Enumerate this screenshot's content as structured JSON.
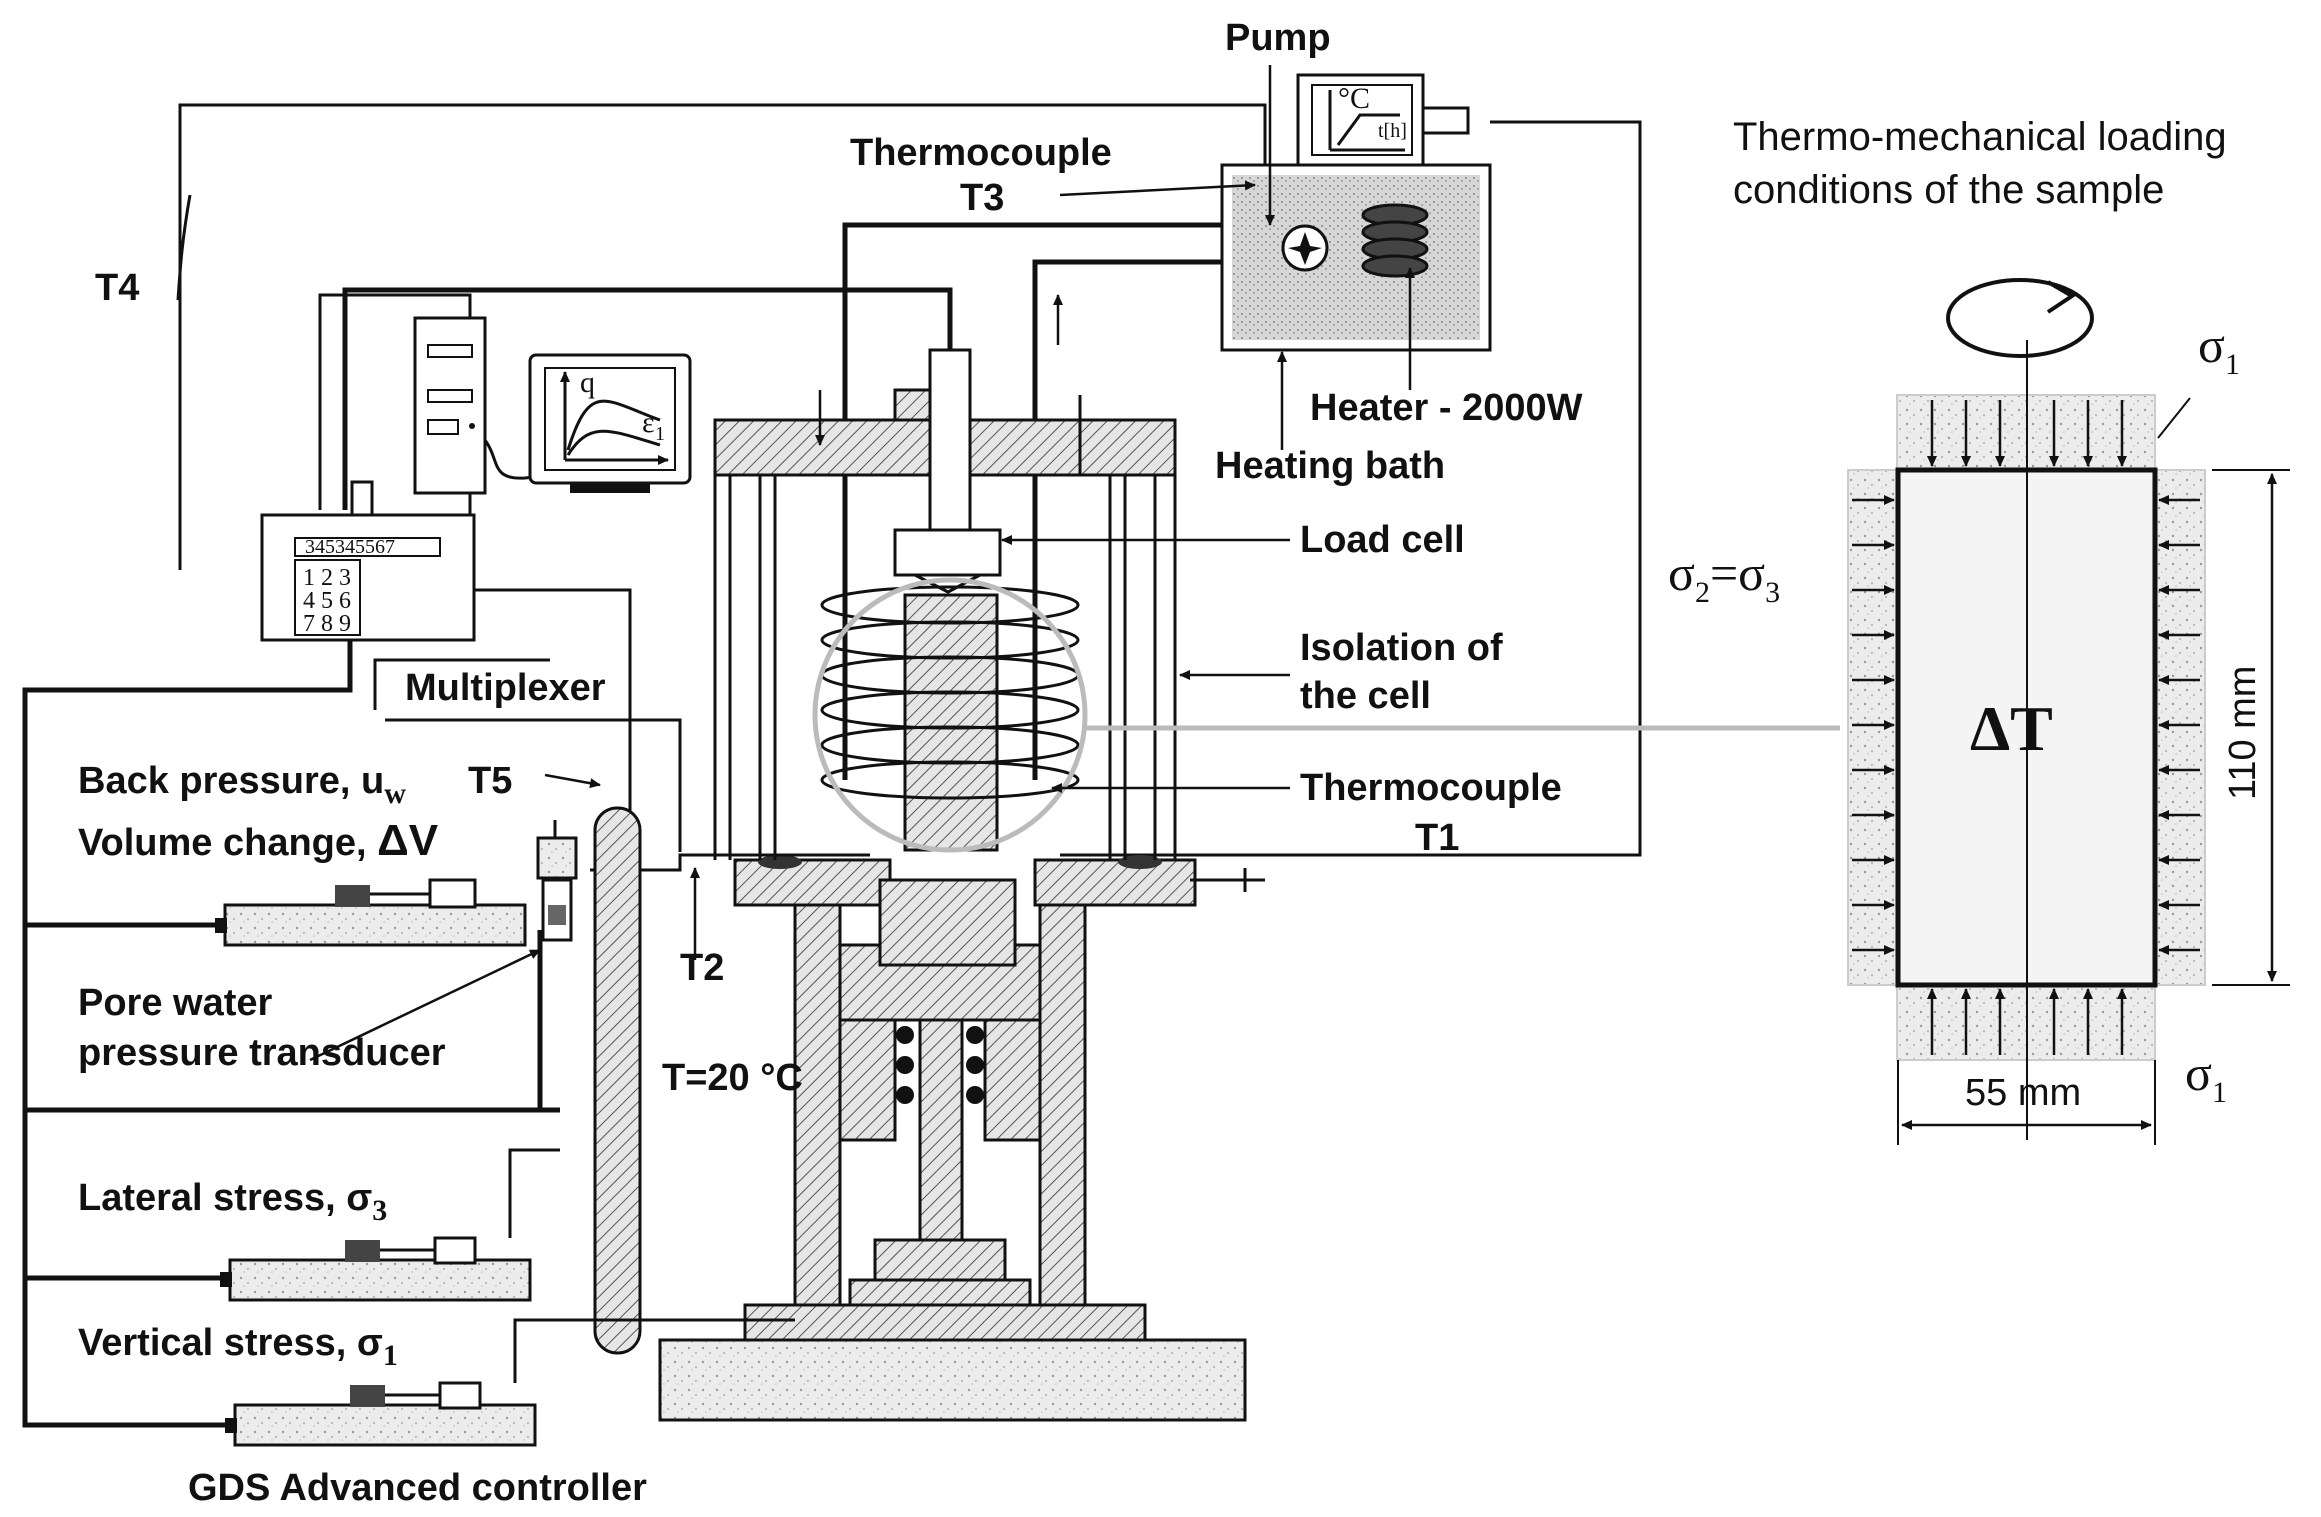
{
  "labels": {
    "pump": "Pump",
    "thermocouple_t3_line1": "Thermocouple",
    "thermocouple_t3_line2": "T3",
    "t4": "T4",
    "heater": "Heater - 2000W",
    "heating_bath": "Heating bath",
    "load_cell": "Load cell",
    "isolation_line1": "Isolation of",
    "isolation_line2": "the cell",
    "multiplexer": "Multiplexer",
    "back_pressure": "Back pressure, u",
    "back_pressure_sub": "w",
    "t5": "T5",
    "volume_change": "Volume change, ",
    "volume_change_sym": "ΔV",
    "thermocouple_t1_line1": "Thermocouple",
    "thermocouple_t1_line2": "T1",
    "t2": "T2",
    "pore_water_line1": "Pore water",
    "pore_water_line2": "pressure transducer",
    "temperature": "T=20 °C",
    "lateral_stress": "Lateral stress, σ",
    "lateral_stress_sub": "3",
    "vertical_stress": "Vertical stress, σ",
    "vertical_stress_sub": "1",
    "gds_controller": "GDS Advanced controller",
    "bath_display_unit": "°C",
    "bath_display_axis": "t[h]",
    "monitor_y": "q",
    "monitor_x": "ε",
    "monitor_x_sub": "1",
    "multiplexer_display": "345345567",
    "multiplexer_keys": [
      "1 2 3",
      "4 5 6",
      "7 8 9"
    ]
  },
  "sample": {
    "title_line1": "Thermo-mechanical loading",
    "title_line2": "conditions of the sample",
    "sigma1_top": "σ",
    "sigma1_top_sub": "1",
    "sigma23": "σ",
    "sigma23_sub2": "2",
    "sigma23_eq": "=σ",
    "sigma23_sub3": "3",
    "delta_t": "ΔT",
    "height": "110 mm",
    "width": "55 mm",
    "sigma1_bottom": "σ",
    "sigma1_bottom_sub": "1"
  }
}
